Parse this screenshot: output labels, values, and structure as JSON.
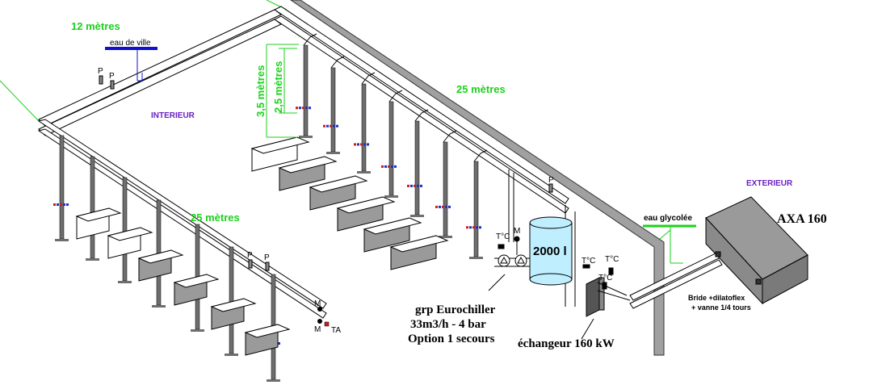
{
  "labels": {
    "dim_12m": "12 mètres",
    "dim_25m_top": "25 mètres",
    "dim_25m_left": "25 mètres",
    "dim_35m": "3,5 mètres",
    "dim_25m_vert": "2,5 mètres",
    "eau_de_ville": "eau de ville",
    "interieur": "INTERIEUR",
    "exterieur": "EXTERIEUR",
    "eau_glycolee": "eau glycolée",
    "axa": "AXA 160",
    "tank": "2000 l",
    "grp_line1": "grp Eurochiller",
    "grp_line2": "33m3/h - 4 bar",
    "grp_line3": "Option 1 secours",
    "echangeur": "échangeur 160 kW",
    "bride_line1": "Bride +dilatoflex",
    "bride_line2": "+ vanne 1/4 tours",
    "ta": "TA",
    "m": "M",
    "p": "P",
    "temp": "T°C"
  },
  "colors": {
    "green": "#1bd21b",
    "purple": "#6a1fc2",
    "blue": "#1010d0",
    "cyan_tank": "#bfeeff",
    "pipe_outline": "#000000",
    "gray": "#9a9a9a",
    "dark_gray": "#6e6e6e",
    "valve_red": "#c81e1e",
    "valve_blue": "#2030c0"
  }
}
